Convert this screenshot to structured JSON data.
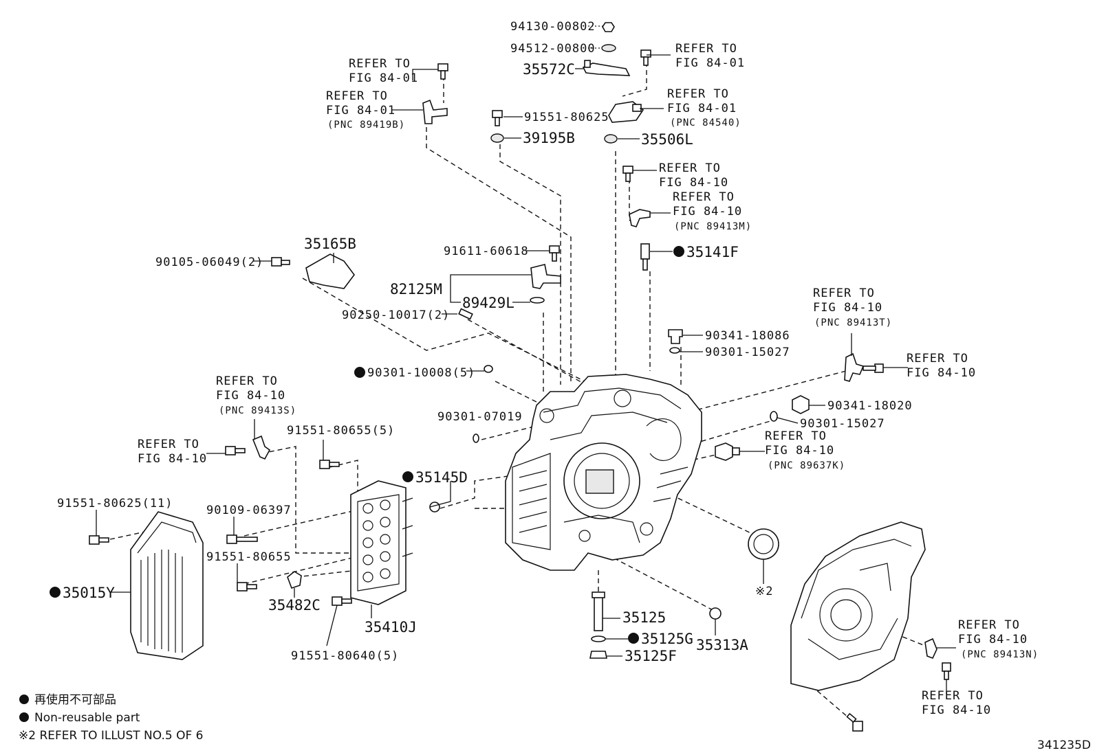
{
  "parts": {
    "p94130": "94130-00802",
    "p94512": "94512-00800",
    "p35572C": "35572C",
    "p91551_80625": "91551-80625",
    "p39195B": "39195B",
    "p35506L": "35506L",
    "p35165B": "35165B",
    "p90105": "90105-06049(2)",
    "p91611": "91611-60618",
    "p82125M": "82125M",
    "p89429L": "89429L",
    "p90250": "90250-10017(2)",
    "p35141F": "35141F",
    "p90341_18086": "90341-18086",
    "p90301_15027a": "90301-15027",
    "p90301_10008": "90301-10008(5)",
    "p90301_07019": "90301-07019",
    "p90341_18020": "90341-18020",
    "p90301_15027b": "90301-15027",
    "p91551_80655_5": "91551-80655(5)",
    "p35145D": "35145D",
    "p91551_80625_11": "91551-80625(11)",
    "p90109": "90109-06397",
    "p91551_80655": "91551-80655",
    "p35482C": "35482C",
    "p35015Y": "35015Y",
    "p35410J": "35410J",
    "p91551_80640": "91551-80640(5)",
    "p35125": "35125",
    "p35125G": "35125G",
    "p35125F": "35125F",
    "p35313A": "35313A",
    "mark2": "※2"
  },
  "refs": {
    "r1a": "REFER TO",
    "r1b": "FIG 84-01",
    "r2a": "REFER TO",
    "r2b": "FIG 84-01",
    "r2c": "(PNC 89419B)",
    "r3a": "REFER TO",
    "r3b": "FIG 84-01",
    "r4a": "REFER TO",
    "r4b": "FIG 84-01",
    "r4c": "(PNC 84540)",
    "r5a": "REFER TO",
    "r5b": "FIG 84-10",
    "r6a": "REFER TO",
    "r6b": "FIG 84-10",
    "r6c": "(PNC 89413M)",
    "r7a": "REFER TO",
    "r7b": "FIG 84-10",
    "r7c": "(PNC 89413T)",
    "r8a": "REFER TO",
    "r8b": "FIG 84-10",
    "r9a": "REFER TO",
    "r9b": "FIG 84-10",
    "r9c": "(PNC 89637K)",
    "r10a": "REFER TO",
    "r10b": "FIG 84-10",
    "r10c": "(PNC 89413S)",
    "r11a": "REFER TO",
    "r11b": "FIG 84-10",
    "r12a": "REFER TO",
    "r12b": "FIG 84-10",
    "r12c": "(PNC 89413N)",
    "r13a": "REFER TO",
    "r13b": "FIG 84-10"
  },
  "legend": {
    "jp": "再使用不可部品",
    "en": "Non-reusable part",
    "note": "※2  REFER TO ILLUST NO.5 OF 6"
  },
  "illustration_id": "341235D"
}
